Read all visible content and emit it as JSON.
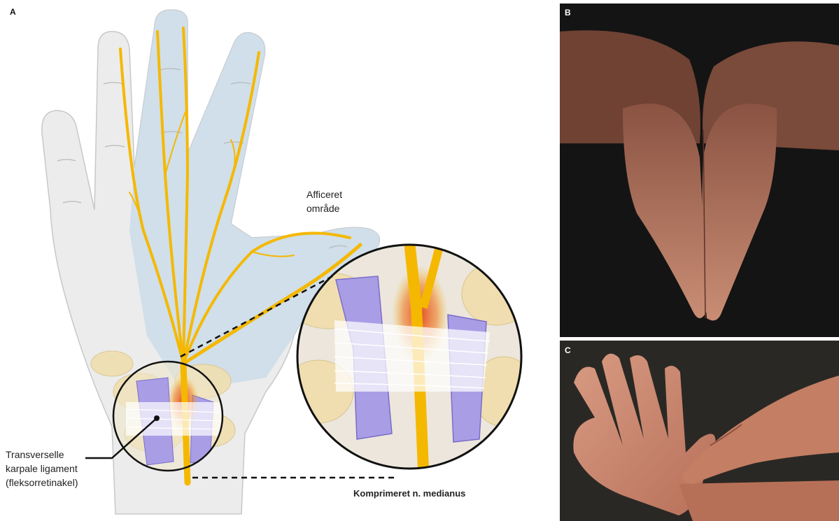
{
  "panels": {
    "a": {
      "letter": "A"
    },
    "b": {
      "letter": "B"
    },
    "c": {
      "letter": "C"
    }
  },
  "labels": {
    "affected_line1": "Afficeret",
    "affected_line2": "område",
    "ligament_line1": "Transverselle",
    "ligament_line2": "karpale ligament",
    "ligament_line3": "(fleksorretinakel)",
    "compressed_nerve": "Komprimeret n. medianus"
  },
  "colors": {
    "hand_fill": "#ececec",
    "affected_fill": "#c9dcea",
    "nerve": "#f5b800",
    "ligament": "#a99ee6",
    "bone": "#f0deb0",
    "inflammation": "#e0421a",
    "skin": "#c88066"
  }
}
